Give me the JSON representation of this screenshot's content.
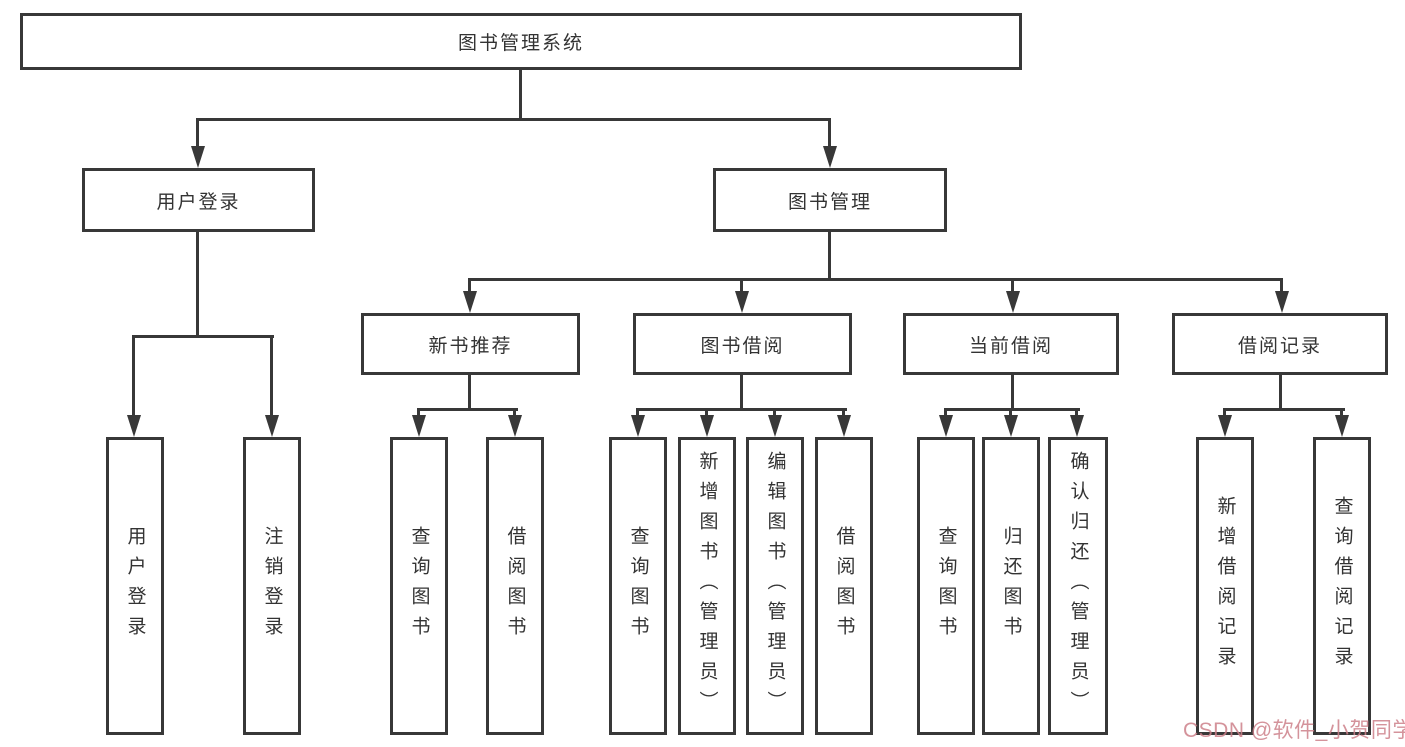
{
  "tree": {
    "root": {
      "label": "图书管理系统"
    },
    "branches": [
      {
        "label": "用户登录",
        "leaves": [
          {
            "label": "用户登录"
          },
          {
            "label": "注销登录"
          }
        ]
      },
      {
        "label": "图书管理",
        "groups": [
          {
            "label": "新书推荐",
            "leaves": [
              {
                "label": "查询图书"
              },
              {
                "label": "借阅图书"
              }
            ]
          },
          {
            "label": "图书借阅",
            "leaves": [
              {
                "label": "查询图书"
              },
              {
                "label": "新增图书（管理员）"
              },
              {
                "label": "编辑图书（管理员）"
              },
              {
                "label": "借阅图书"
              }
            ]
          },
          {
            "label": "当前借阅",
            "leaves": [
              {
                "label": "查询图书"
              },
              {
                "label": "归还图书"
              },
              {
                "label": "确认归还（管理员）"
              }
            ]
          },
          {
            "label": "借阅记录",
            "leaves": [
              {
                "label": "新增借阅记录"
              },
              {
                "label": "查询借阅记录"
              }
            ]
          }
        ]
      }
    ]
  },
  "watermark": {
    "text": "CSDN @软件_小贺同学"
  },
  "colors": {
    "line": "#383838",
    "text": "#333333",
    "background": "#ffffff",
    "watermark": "#cd808a"
  }
}
